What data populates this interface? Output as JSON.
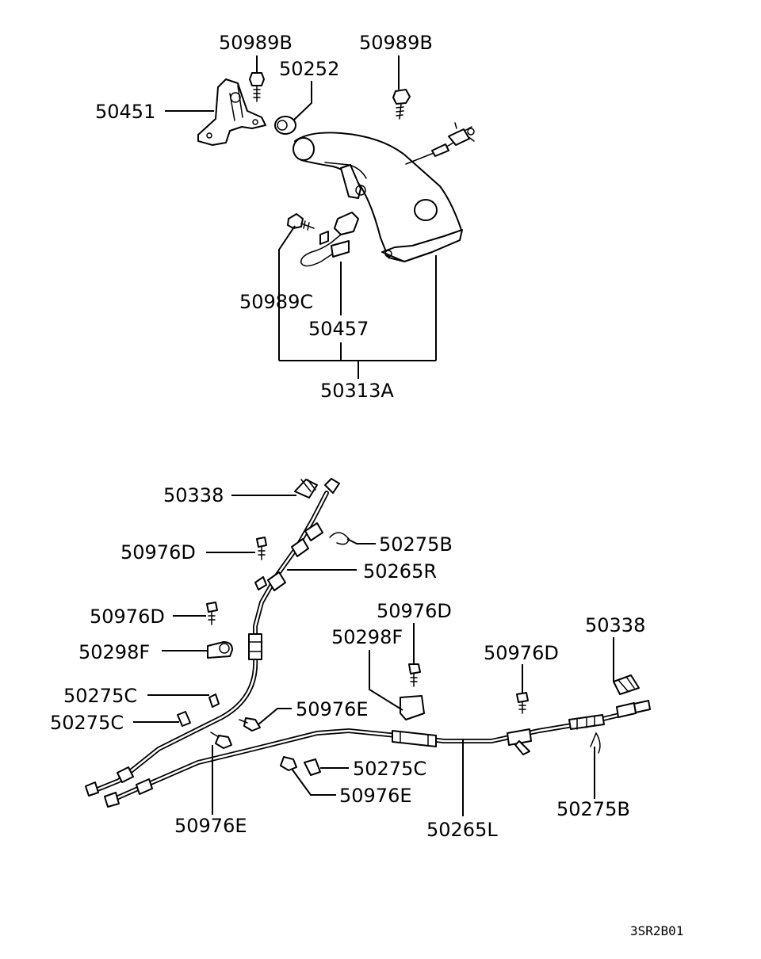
{
  "labels": {
    "l_50989B_1": "50989B",
    "l_50989B_2": "50989B",
    "l_50252": "50252",
    "l_50451": "50451",
    "l_50989C": "50989C",
    "l_50457": "50457",
    "l_50313A": "50313A",
    "l_50338_1": "50338",
    "l_50275B_1": "50275B",
    "l_50976D_1": "50976D",
    "l_50265R": "50265R",
    "l_50976D_2": "50976D",
    "l_50298F_1": "50298F",
    "l_50976D_3": "50976D",
    "l_50298F_2": "50298F",
    "l_50976D_4": "50976D",
    "l_50338_2": "50338",
    "l_50275C_1": "50275C",
    "l_50275C_2": "50275C",
    "l_50976E_1": "50976E",
    "l_50275C_3": "50275C",
    "l_50976E_2": "50976E",
    "l_50976E_3": "50976E",
    "l_50265L": "50265L",
    "l_50275B_2": "50275B"
  },
  "diagram_code": "3SR2B01"
}
